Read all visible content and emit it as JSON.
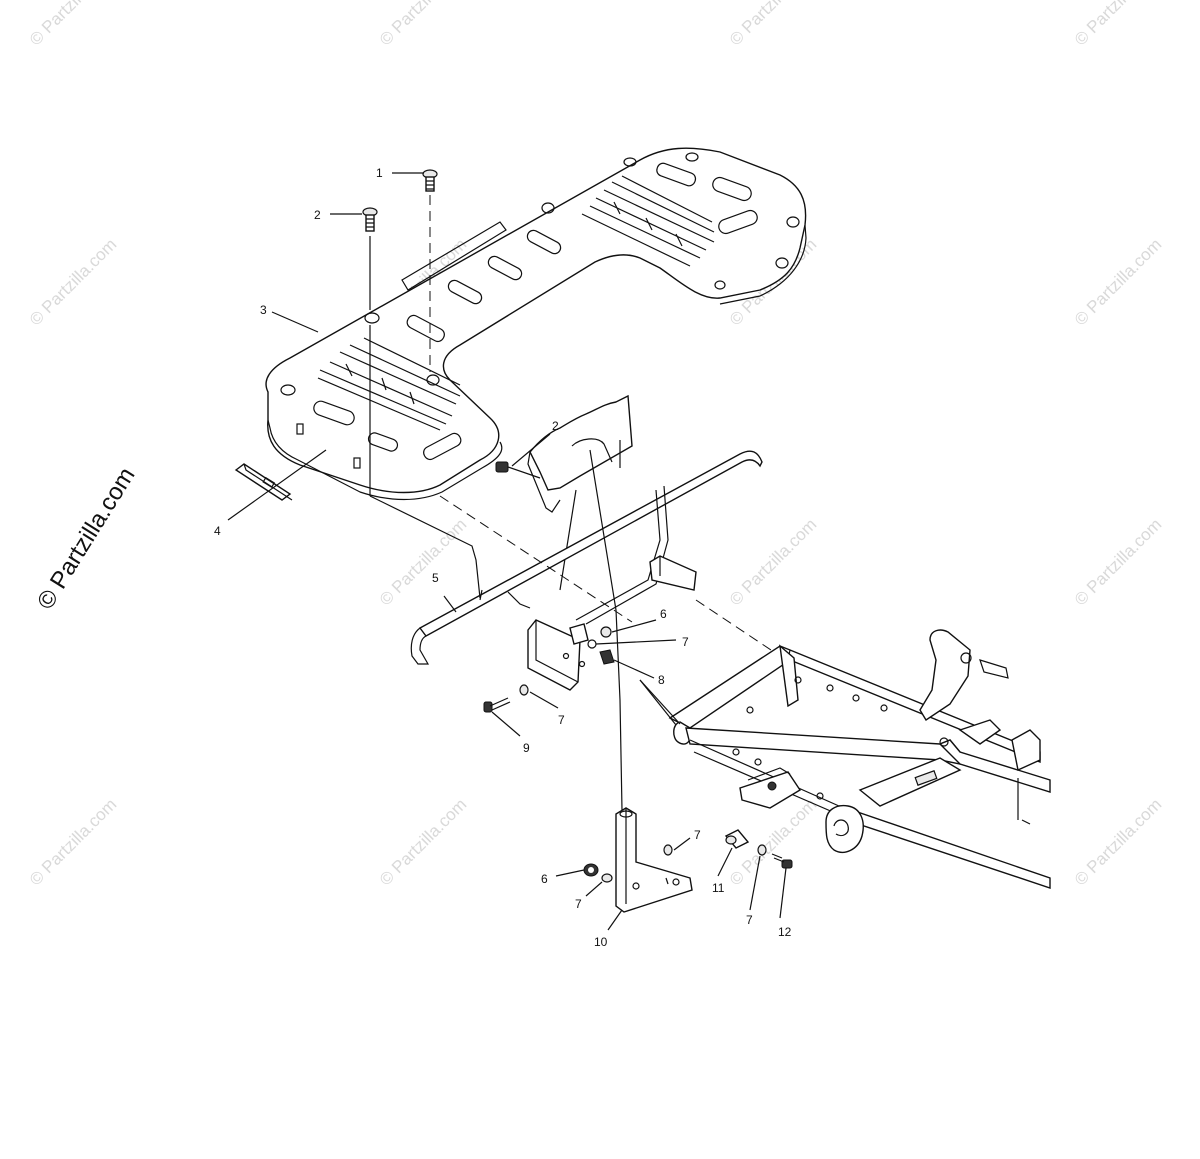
{
  "watermark": {
    "small": "© Partzilla.com",
    "large": "© Partzilla.com"
  },
  "callouts": {
    "c1": "1",
    "c2_top": "2",
    "c2_mid": "2",
    "c3": "3",
    "c4": "4",
    "c5": "5",
    "c6_top": "6",
    "c7_a": "7",
    "c8": "8",
    "c7_b": "7",
    "c9": "9",
    "c7_c": "7",
    "c6_bot": "6",
    "c7_d": "7",
    "c10": "10",
    "c11": "11",
    "c7_e": "7",
    "c12": "12"
  }
}
